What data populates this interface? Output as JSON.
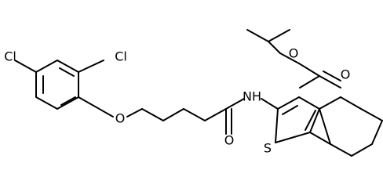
{
  "molecule": {
    "atoms": {
      "cl_para": "Cl",
      "cl_ortho": "Cl",
      "ether_o": "O",
      "amide_n": "NH",
      "amide_o": "O",
      "ester_o": "O",
      "carbonyl_o": "O",
      "thiophene_s": "S"
    },
    "colors": {
      "bond": "#000000",
      "label": "#000000",
      "background": "#ffffff"
    }
  }
}
